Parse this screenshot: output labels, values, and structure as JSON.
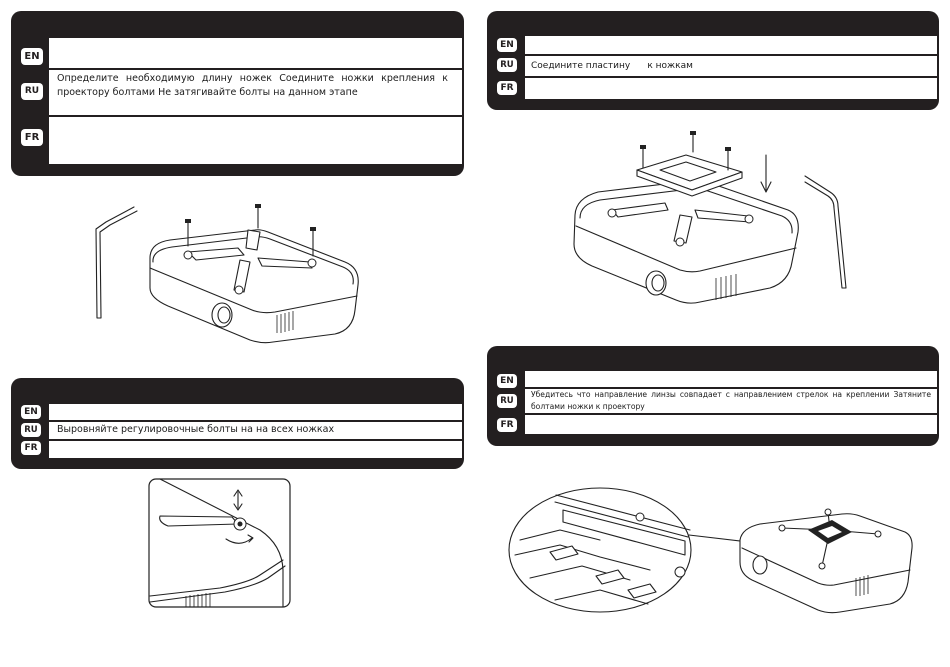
{
  "lang_badges": {
    "en": "EN",
    "ru": "RU",
    "fr": "FR"
  },
  "step1": {
    "en": "",
    "ru": "Определите необходимую длину ножек Соедините ножки крепления к проектору болтами Не затягивайте болты на данном этапе",
    "fr": ""
  },
  "step2": {
    "en": "",
    "ru": "Выровняйте регулировочные болты на на всех ножках",
    "fr": ""
  },
  "step3": {
    "en": "",
    "ru": "Соедините пластину      к ножкам",
    "fr": ""
  },
  "step4": {
    "en": "",
    "ru": "Убедитесь что направление линзы совпадает с направлением стрелок на креплении Затяните болтами ножки к проектору",
    "fr": ""
  },
  "illustrations": {
    "step1": "projector-with-mount-legs-and-allen-key",
    "step2": "leg-adjustment-closeup",
    "step3": "mounting-plate-attachment",
    "step4": "arrow-alignment-closeup"
  }
}
